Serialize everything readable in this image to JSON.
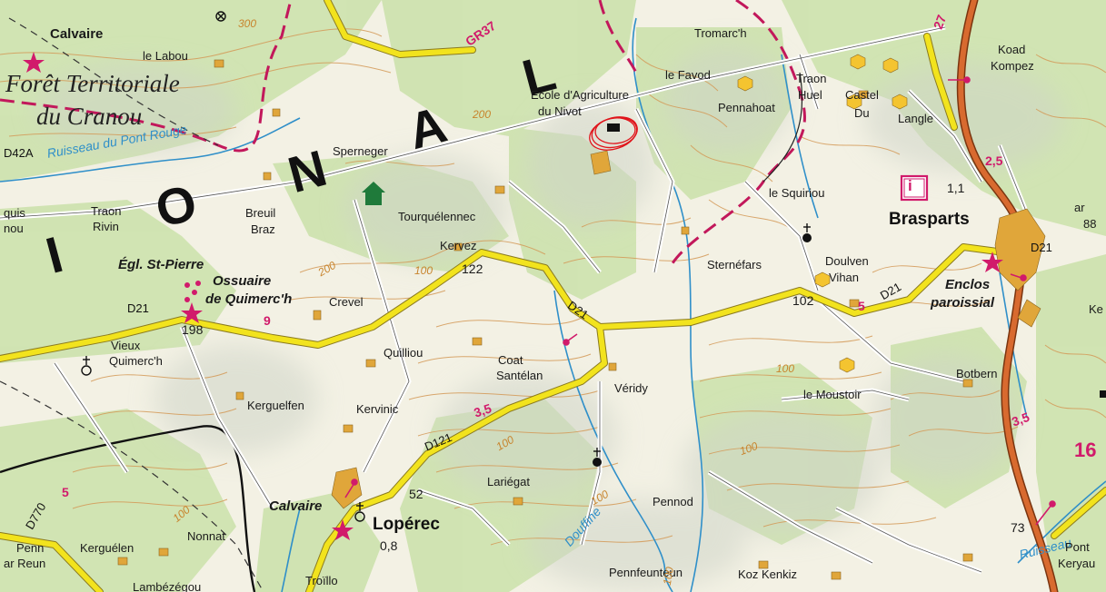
{
  "map": {
    "colors": {
      "forest": "#cfe3b0",
      "road_primary": "#f2e31d",
      "road_major": "#d86a2f",
      "water": "#2f8fc9",
      "contour": "#d49a58",
      "boundary": "#c2185b",
      "marker": "#d11a6b",
      "annotation": "#e0141b"
    },
    "places": {
      "calvaire_nw": "Calvaire",
      "le_labou": "le Labou",
      "foret_1": "Forêt Territoriale",
      "foret_2": "du Cranou",
      "d42a": "D42A",
      "ruisseau_1": "Ruisseau du Pont Rouge",
      "sperneger": "Sperneger",
      "quis": "quis",
      "nou": "nou",
      "traon_rivin_1": "Traon",
      "traon_rivin_2": "Rivin",
      "breuil_1": "Breuil",
      "breuil_2": "Braz",
      "tourquelennec": "Tourquélennec",
      "kervez": "Kervez",
      "r122": "122",
      "egl": "Égl. St-Pierre",
      "ossuaire_1": "Ossuaire",
      "ossuaire_2": "de Quimerc'h",
      "d21_w": "D21",
      "r198": "198",
      "d9": "9",
      "crevel": "Crevel",
      "quilliou": "Quilliou",
      "vieux_1": "Vieux",
      "vieux_2": "Quimerc'h",
      "kerguelfen": "Kerguelfen",
      "kervinic": "Kervinic",
      "coat_1": "Coat",
      "coat_2": "Santélan",
      "veridy": "Véridy",
      "d121": "D121",
      "d35_c": "3,5",
      "lariegat": "Lariégat",
      "r52": "52",
      "calvaire_s": "Calvaire",
      "loperec": "Lopérec",
      "r08": "0,8",
      "d5_w": "5",
      "d770": "D770",
      "penn_1": "Penn",
      "penn_2": "ar Reun",
      "kerguelen": "Kerguélen",
      "nonnat": "Nonnat",
      "troillo": "Troïllo",
      "lambezegou": "Lambézégou",
      "pennod": "Pennod",
      "penfeunteun": "Pennfeunteun",
      "koz_kenkiz": "Koz Kenkiz",
      "douffine": "Douffine",
      "ecole_1": "Ecole d'Agriculture",
      "ecole_2": "du Nivot",
      "gr37": "GR37",
      "tromarch": "Tromarc'h",
      "le_favod": "le Favod",
      "pennahoat": "Pennahoat",
      "traon_huel_1": "Traon",
      "traon_huel_2": "Huel",
      "castel_1": "Castel",
      "castel_2": "Du",
      "langle": "Langle",
      "koad_1": "Koad",
      "koad_2": "Kompez",
      "r27": "27",
      "d25_e": "2,5",
      "le_squiriou": "le Squiriou",
      "r11": "1,1",
      "brasparts": "Brasparts",
      "sternefars": "Sternéfars",
      "doulven_1": "Doulven",
      "doulven_2": "Vihan",
      "d21_c": "D21",
      "d21_e1": "D21",
      "d21_e2": "D21",
      "r102": "102",
      "d5_e": "5",
      "enclos_1": "Enclos",
      "enclos_2": "paroissial",
      "le_moustoir": "le Moustoir",
      "botbern": "Botbern",
      "d35_e": "3,5",
      "r16": "16",
      "r73": "73",
      "ruisseau_e": "Ruisseau",
      "pont_1": "Pont",
      "pont_2": "Keryau",
      "ar_88_1": "ar",
      "ar_88_2": "88",
      "ke": "Ke",
      "r200_1": "200",
      "r200_2": "200",
      "r300": "300",
      "r100_1": "100",
      "r100_2": "100",
      "r100_3": "100",
      "r100_4": "100",
      "r100_5": "100",
      "r100_6": "100",
      "r100_7": "100",
      "info": "i",
      "big_i": "I",
      "big_o": "O",
      "big_n": "N",
      "big_a": "A",
      "big_l": "L"
    }
  }
}
